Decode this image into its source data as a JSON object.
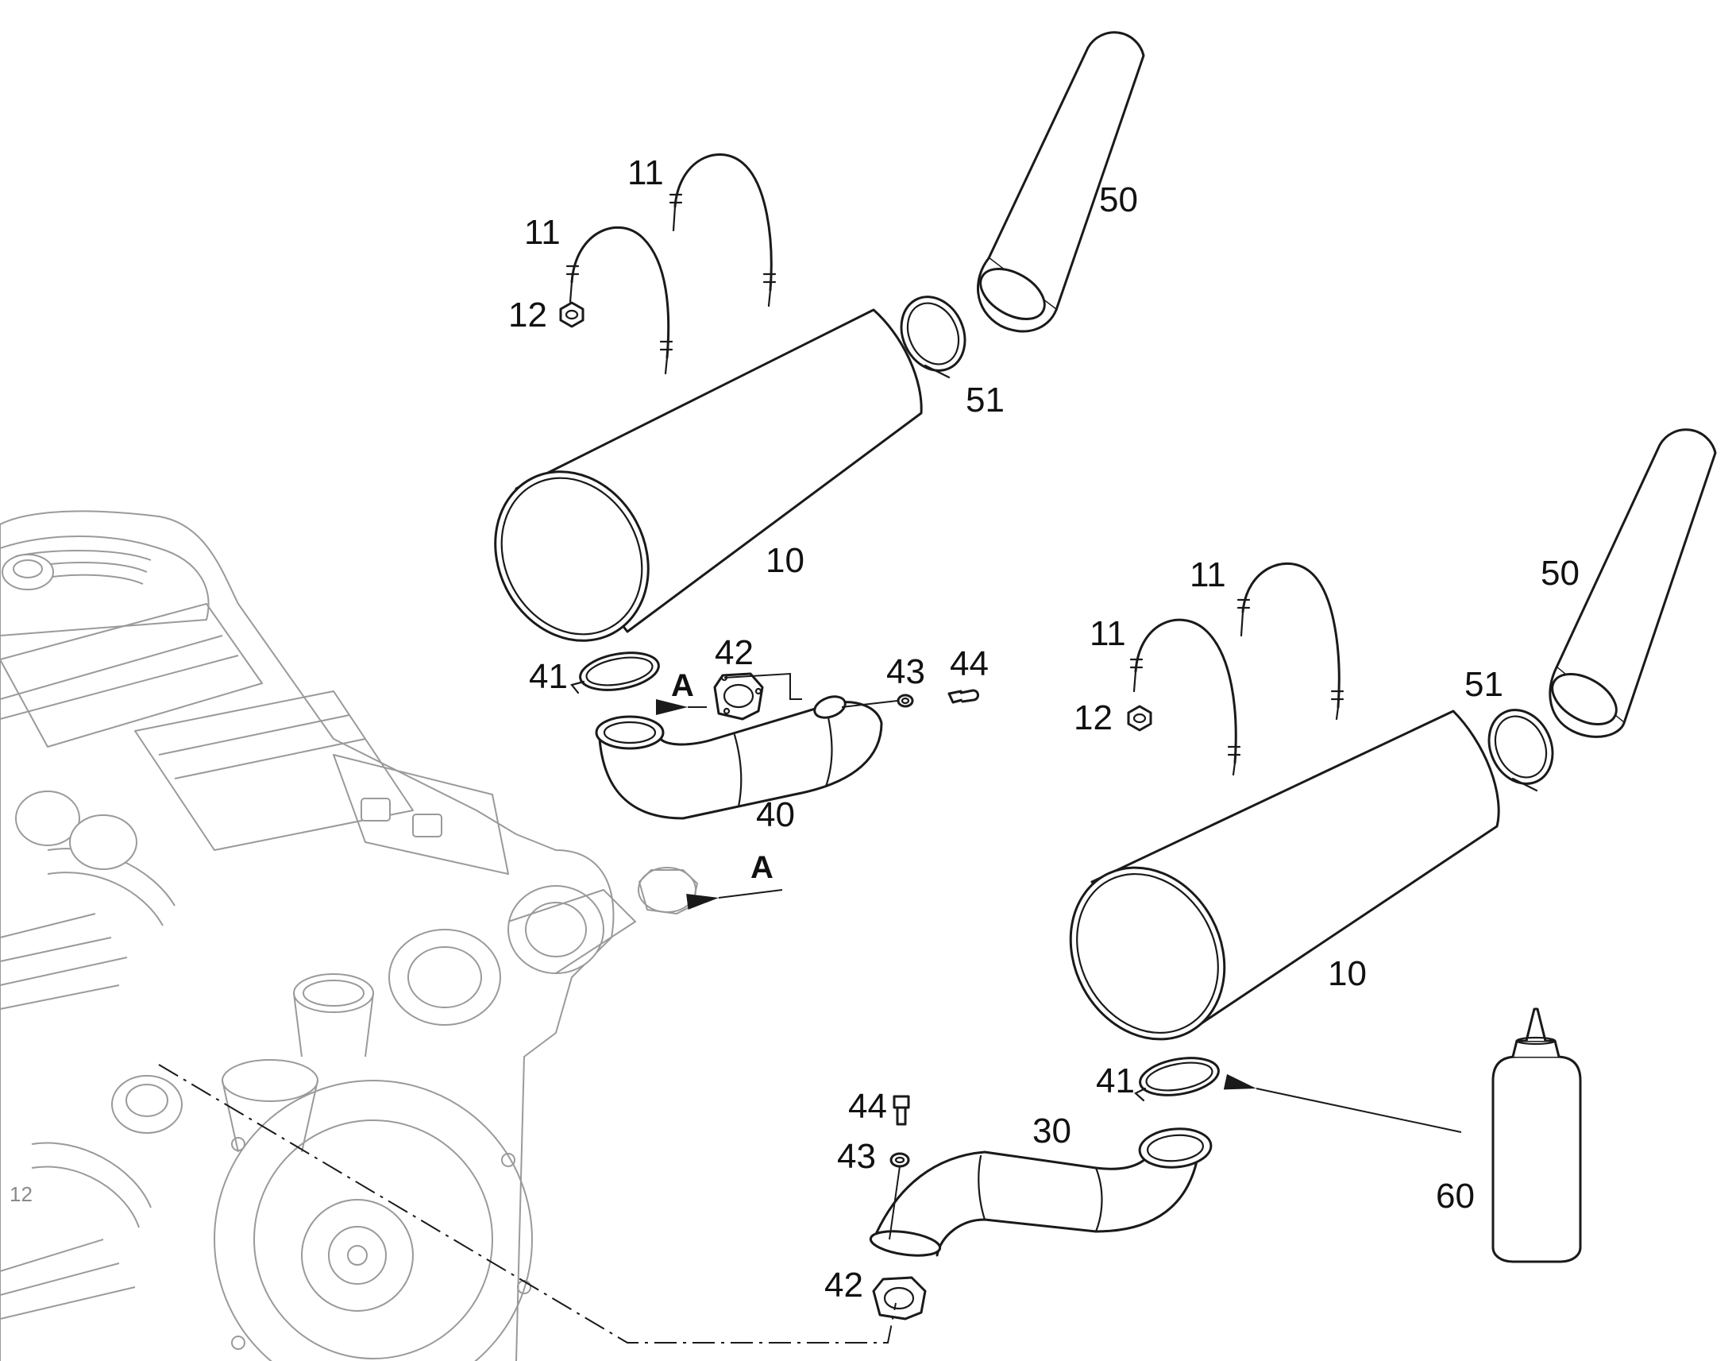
{
  "callouts": {
    "clamp_upper_a": "11",
    "clamp_upper_b": "11",
    "nut_upper": "12",
    "tailpipe_upper": "50",
    "band_clamp_upper": "51",
    "muffler_upper": "10",
    "ring_clamp_upper": "41",
    "gasket_upper": "42",
    "washer_upper": "43",
    "bolt_upper": "44",
    "pipe_upper": "40",
    "view_marker_upper": "A",
    "view_marker_engine": "A",
    "clamp_lower_a": "11",
    "clamp_lower_b": "11",
    "nut_lower": "12",
    "tailpipe_lower": "50",
    "band_clamp_lower": "51",
    "muffler_lower": "10",
    "ring_clamp_lower": "41",
    "bolt_lower": "44",
    "washer_lower": "43",
    "pipe_lower": "30",
    "gasket_lower": "42",
    "sealant_bottle": "60",
    "engine_stamp": "12"
  }
}
